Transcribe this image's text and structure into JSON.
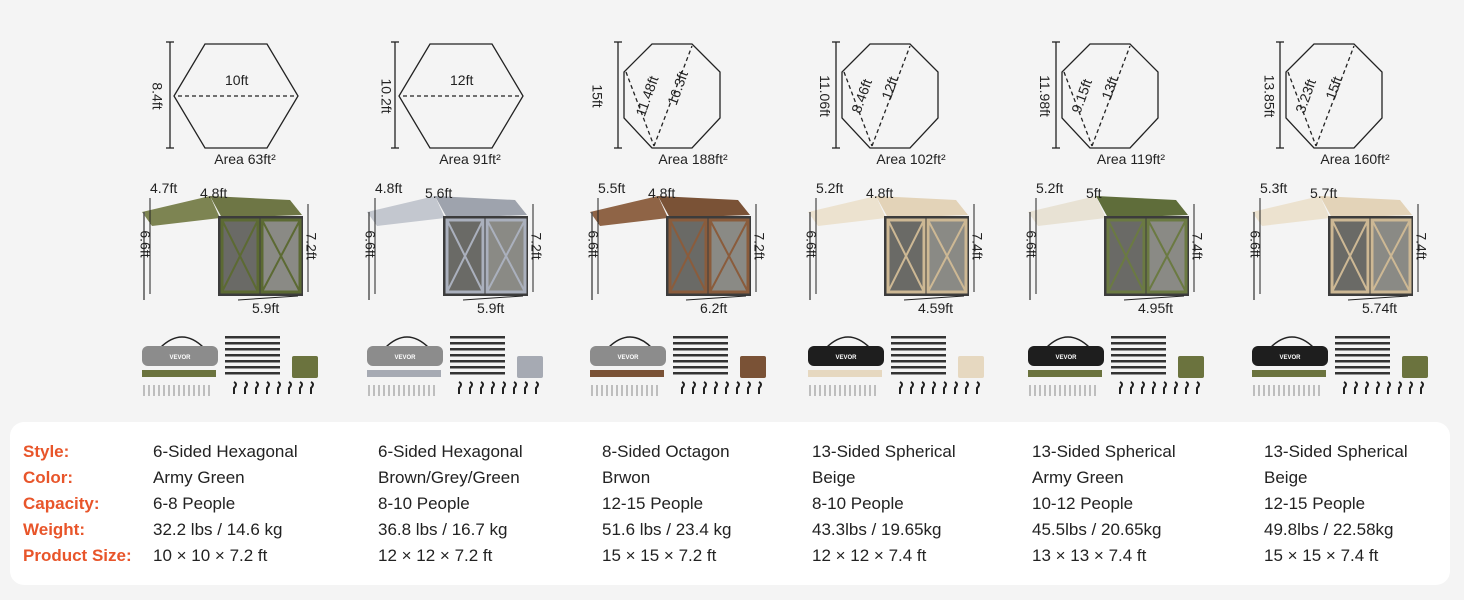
{
  "table": {
    "row_labels": [
      "Style:",
      "Color:",
      "Capacity:",
      "Weight:",
      "Product Size:"
    ],
    "label_color": "#e8552a"
  },
  "products": [
    {
      "shape": "hexagon",
      "height_dim": "8.4ft",
      "width_dim": "10ft",
      "area": "Area 63ft²",
      "tent": {
        "awning": "4.7ft",
        "roof": "4.8ft",
        "left_h": "6.6ft",
        "right_h": "7.2ft",
        "base": "5.9ft"
      },
      "colors": {
        "canopy": "#6e7645",
        "frame": "#5c6a33",
        "awning": "#7d8452",
        "bag": "#8c8c8c",
        "tarp": "#6b733e"
      },
      "style": "6-Sided Hexagonal",
      "color": "Army Green",
      "capacity": "6-8 People",
      "weight": "32.2 lbs / 14.6 kg",
      "size": "10 × 10 × 7.2 ft"
    },
    {
      "shape": "hexagon",
      "height_dim": "10.2ft",
      "width_dim": "12ft",
      "area": "Area 91ft²",
      "tent": {
        "awning": "4.8ft",
        "roof": "5.6ft",
        "left_h": "6.6ft",
        "right_h": "7.2ft",
        "base": "5.9ft"
      },
      "colors": {
        "canopy": "#9ea3ad",
        "frame": "#aab0bd",
        "awning": "#c3c7cf",
        "bag": "#8c8c8c",
        "tarp": "#a6aab3"
      },
      "style": "6-Sided Hexagonal",
      "color": "Brown/Grey/Green",
      "capacity": "8-10 People",
      "weight": "36.8 lbs / 16.7 kg",
      "size": "12 × 12 × 7.2 ft"
    },
    {
      "shape": "octagon",
      "height_dim": "15ft",
      "diag_short": "11.48ft",
      "diag_long": "16.3ft",
      "area": "Area 188ft²",
      "tent": {
        "awning": "5.5ft",
        "roof": "4.8ft",
        "left_h": "6.6ft",
        "right_h": "7.2ft",
        "base": "6.2ft"
      },
      "colors": {
        "canopy": "#7a5236",
        "frame": "#8a5c3c",
        "awning": "#8f6446",
        "bag": "#8c8c8c",
        "tarp": "#7a5236"
      },
      "style": "8-Sided Octagon",
      "color": "Brwon",
      "capacity": "12-15 People",
      "weight": "51.6 lbs / 23.4 kg",
      "size": "15 × 15 × 7.2 ft"
    },
    {
      "shape": "octagon",
      "height_dim": "11.06ft",
      "diag_short": "8.46ft",
      "diag_long": "12ft",
      "area": "Area 102ft²",
      "tent": {
        "awning": "5.2ft",
        "roof": "4.8ft",
        "left_h": "6.6ft",
        "right_h": "7.4ft",
        "base": "4.59ft"
      },
      "colors": {
        "canopy": "#e3d3b8",
        "frame": "#cdb894",
        "awning": "#ece2cf",
        "bag": "#1e1e1e",
        "tarp": "#e6d8c0"
      },
      "style": "13-Sided Spherical",
      "color": "Beige",
      "capacity": "8-10 People",
      "weight": "43.3lbs / 19.65kg",
      "size": "12 × 12 × 7.4 ft"
    },
    {
      "shape": "octagon",
      "height_dim": "11.98ft",
      "diag_short": "9.15ft",
      "diag_long": "13ft",
      "area": "Area 119ft²",
      "tent": {
        "awning": "5.2ft",
        "roof": "5ft",
        "left_h": "6.6ft",
        "right_h": "7.4ft",
        "base": "4.95ft"
      },
      "colors": {
        "canopy": "#5f6d3a",
        "frame": "#6b7a42",
        "awning": "#e8e2d4",
        "bag": "#1e1e1e",
        "tarp": "#6b733e"
      },
      "style": "13-Sided Spherical",
      "color": "Army Green",
      "capacity": "10-12 People",
      "weight": "45.5lbs / 20.65kg",
      "size": "13 × 13 × 7.4 ft"
    },
    {
      "shape": "octagon",
      "height_dim": "13.85ft",
      "diag_short": "3.23ft",
      "diag_long": "15ft",
      "area": "Area 160ft²",
      "tent": {
        "awning": "5.3ft",
        "roof": "5.7ft",
        "left_h": "6.6ft",
        "right_h": "7.4ft",
        "base": "5.74ft"
      },
      "colors": {
        "canopy": "#e3d3b8",
        "frame": "#cdb894",
        "awning": "#ece2cf",
        "bag": "#1e1e1e",
        "tarp": "#6b733e"
      },
      "style": "13-Sided Spherical",
      "color": "Beige",
      "capacity": "12-15 People",
      "weight": "49.8lbs / 22.58kg",
      "size": "15 × 15 × 7.4 ft"
    }
  ],
  "bag_brand": "VEVOR"
}
